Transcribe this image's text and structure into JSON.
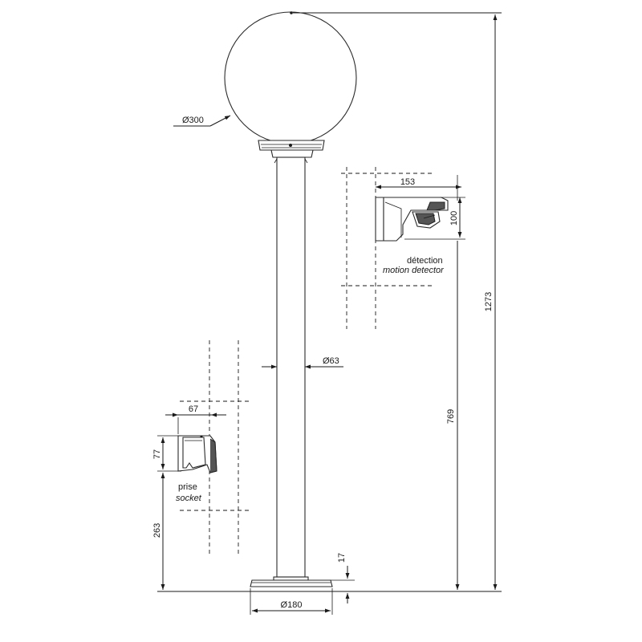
{
  "dimensions": {
    "globe_diameter": "Ø300",
    "pole_diameter": "Ø63",
    "base_diameter": "Ø180",
    "total_height": "1273",
    "detector_height": "769",
    "detector_width": "153",
    "detector_depth": "100",
    "socket_width": "67",
    "socket_height": "77",
    "socket_elevation": "263",
    "base_thickness": "17"
  },
  "labels": {
    "detector_fr": "détection",
    "detector_en": "motion detector",
    "socket_fr": "prise",
    "socket_en": "socket"
  }
}
